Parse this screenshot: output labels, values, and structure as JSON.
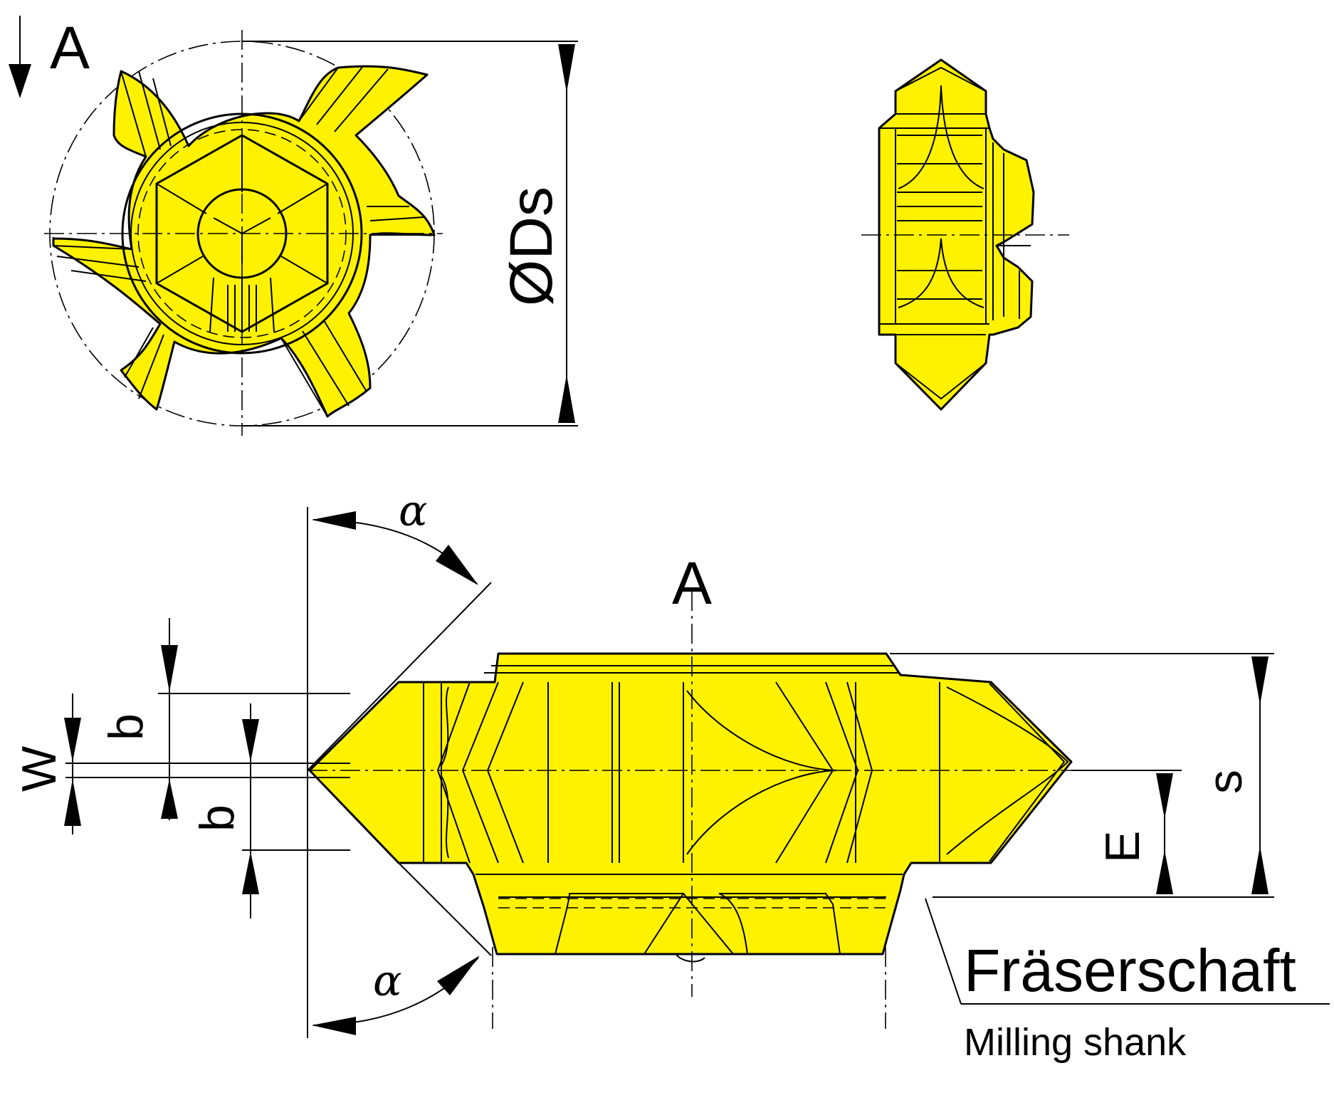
{
  "drawing": {
    "fill_color": "#FFF200",
    "line_color": "#000000",
    "background": "#FFFFFF"
  },
  "labels": {
    "view_marker_top": "A",
    "diameter": "ØDs",
    "view_marker_side": "A",
    "angle_top": "α",
    "angle_bottom": "α",
    "b_upper": "b",
    "b_lower": "b",
    "w": "W",
    "s": "s",
    "e": "E",
    "shank_de": "Fräserschaft",
    "shank_en": "Milling shank"
  }
}
